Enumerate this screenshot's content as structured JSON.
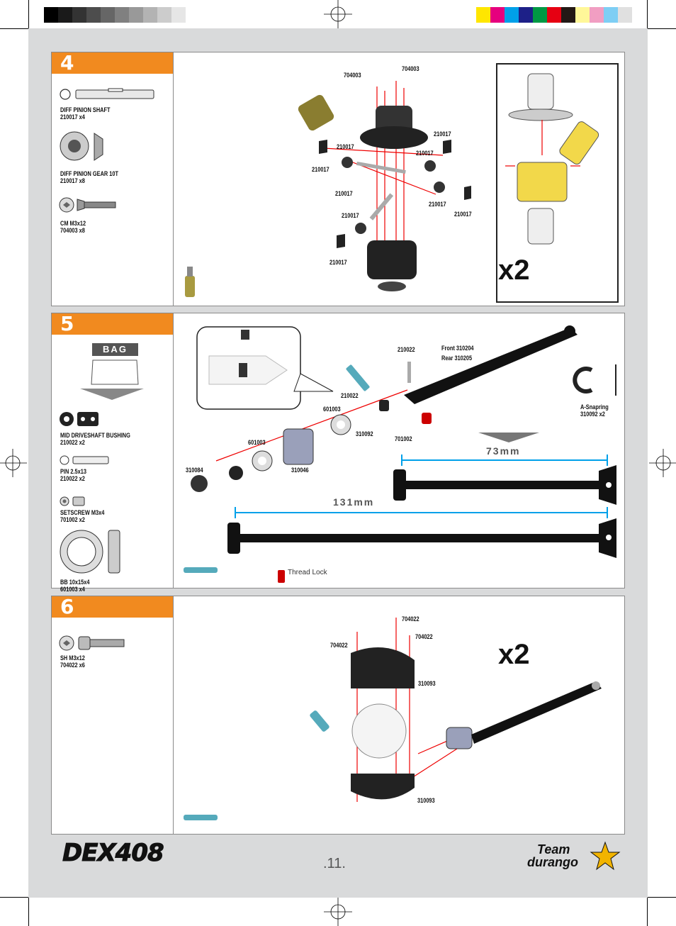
{
  "colors": {
    "orange": "#f18a1f",
    "gray_steps": [
      "#000000",
      "#1a1a1a",
      "#333333",
      "#4d4d4d",
      "#666666",
      "#808080",
      "#999999",
      "#b3b3b3",
      "#cccccc",
      "#e6e6e6",
      "#ffffff"
    ],
    "color_steps": [
      "#ffe600",
      "#e6007e",
      "#00a0e9",
      "#1d2088",
      "#009944",
      "#e60012",
      "#231815",
      "#fff799",
      "#f19ec2",
      "#7ecef4",
      "#e0e0e0"
    ]
  },
  "step4": {
    "number": "4",
    "parts": [
      {
        "name": "DIFF PINION SHAFT",
        "code": "210017 x4"
      },
      {
        "name": "DIFF PINION GEAR 10T",
        "code": "210017  x8"
      },
      {
        "name": "CM  M3x12",
        "code": "704003  x8"
      }
    ],
    "callouts": [
      "704003",
      "704003",
      "210017",
      "210017",
      "210017",
      "210017",
      "210017",
      "210017",
      "210017",
      "210017",
      "210017"
    ],
    "multiplier": "x2"
  },
  "step5": {
    "number": "5",
    "bag_label": "BAG",
    "parts": [
      {
        "name": "MID DRIVESHAFT BUSHING",
        "code": "210022 x2"
      },
      {
        "name": "PIN  2.5x13",
        "code": "210022  x2"
      },
      {
        "name": "SETSCREW  M3x4",
        "code": "701002  x2"
      },
      {
        "name": "BB 10x15x4",
        "code": "601003  x4"
      }
    ],
    "callouts": [
      "210022",
      "Front   310204",
      "Rear    310205",
      "210022",
      "601003",
      "310092",
      "701002",
      "601003",
      "310046",
      "310084"
    ],
    "snapring_label": "A-Snapring",
    "snapring_code": "310092  x2",
    "front_length": "73mm",
    "front_label": "Front",
    "rear_length": "131mm",
    "rear_label": "Rear",
    "thread_lock": "Thread Lock"
  },
  "step6": {
    "number": "6",
    "parts": [
      {
        "name": "SH  M3x12",
        "code": "704022  x6"
      }
    ],
    "callouts": [
      "704022",
      "704022",
      "704022",
      "310093",
      "310093"
    ],
    "multiplier": "x2"
  },
  "footer": {
    "logo": "DEX408",
    "page": ".11.",
    "brand_line1": "Team",
    "brand_line2": "durango"
  }
}
